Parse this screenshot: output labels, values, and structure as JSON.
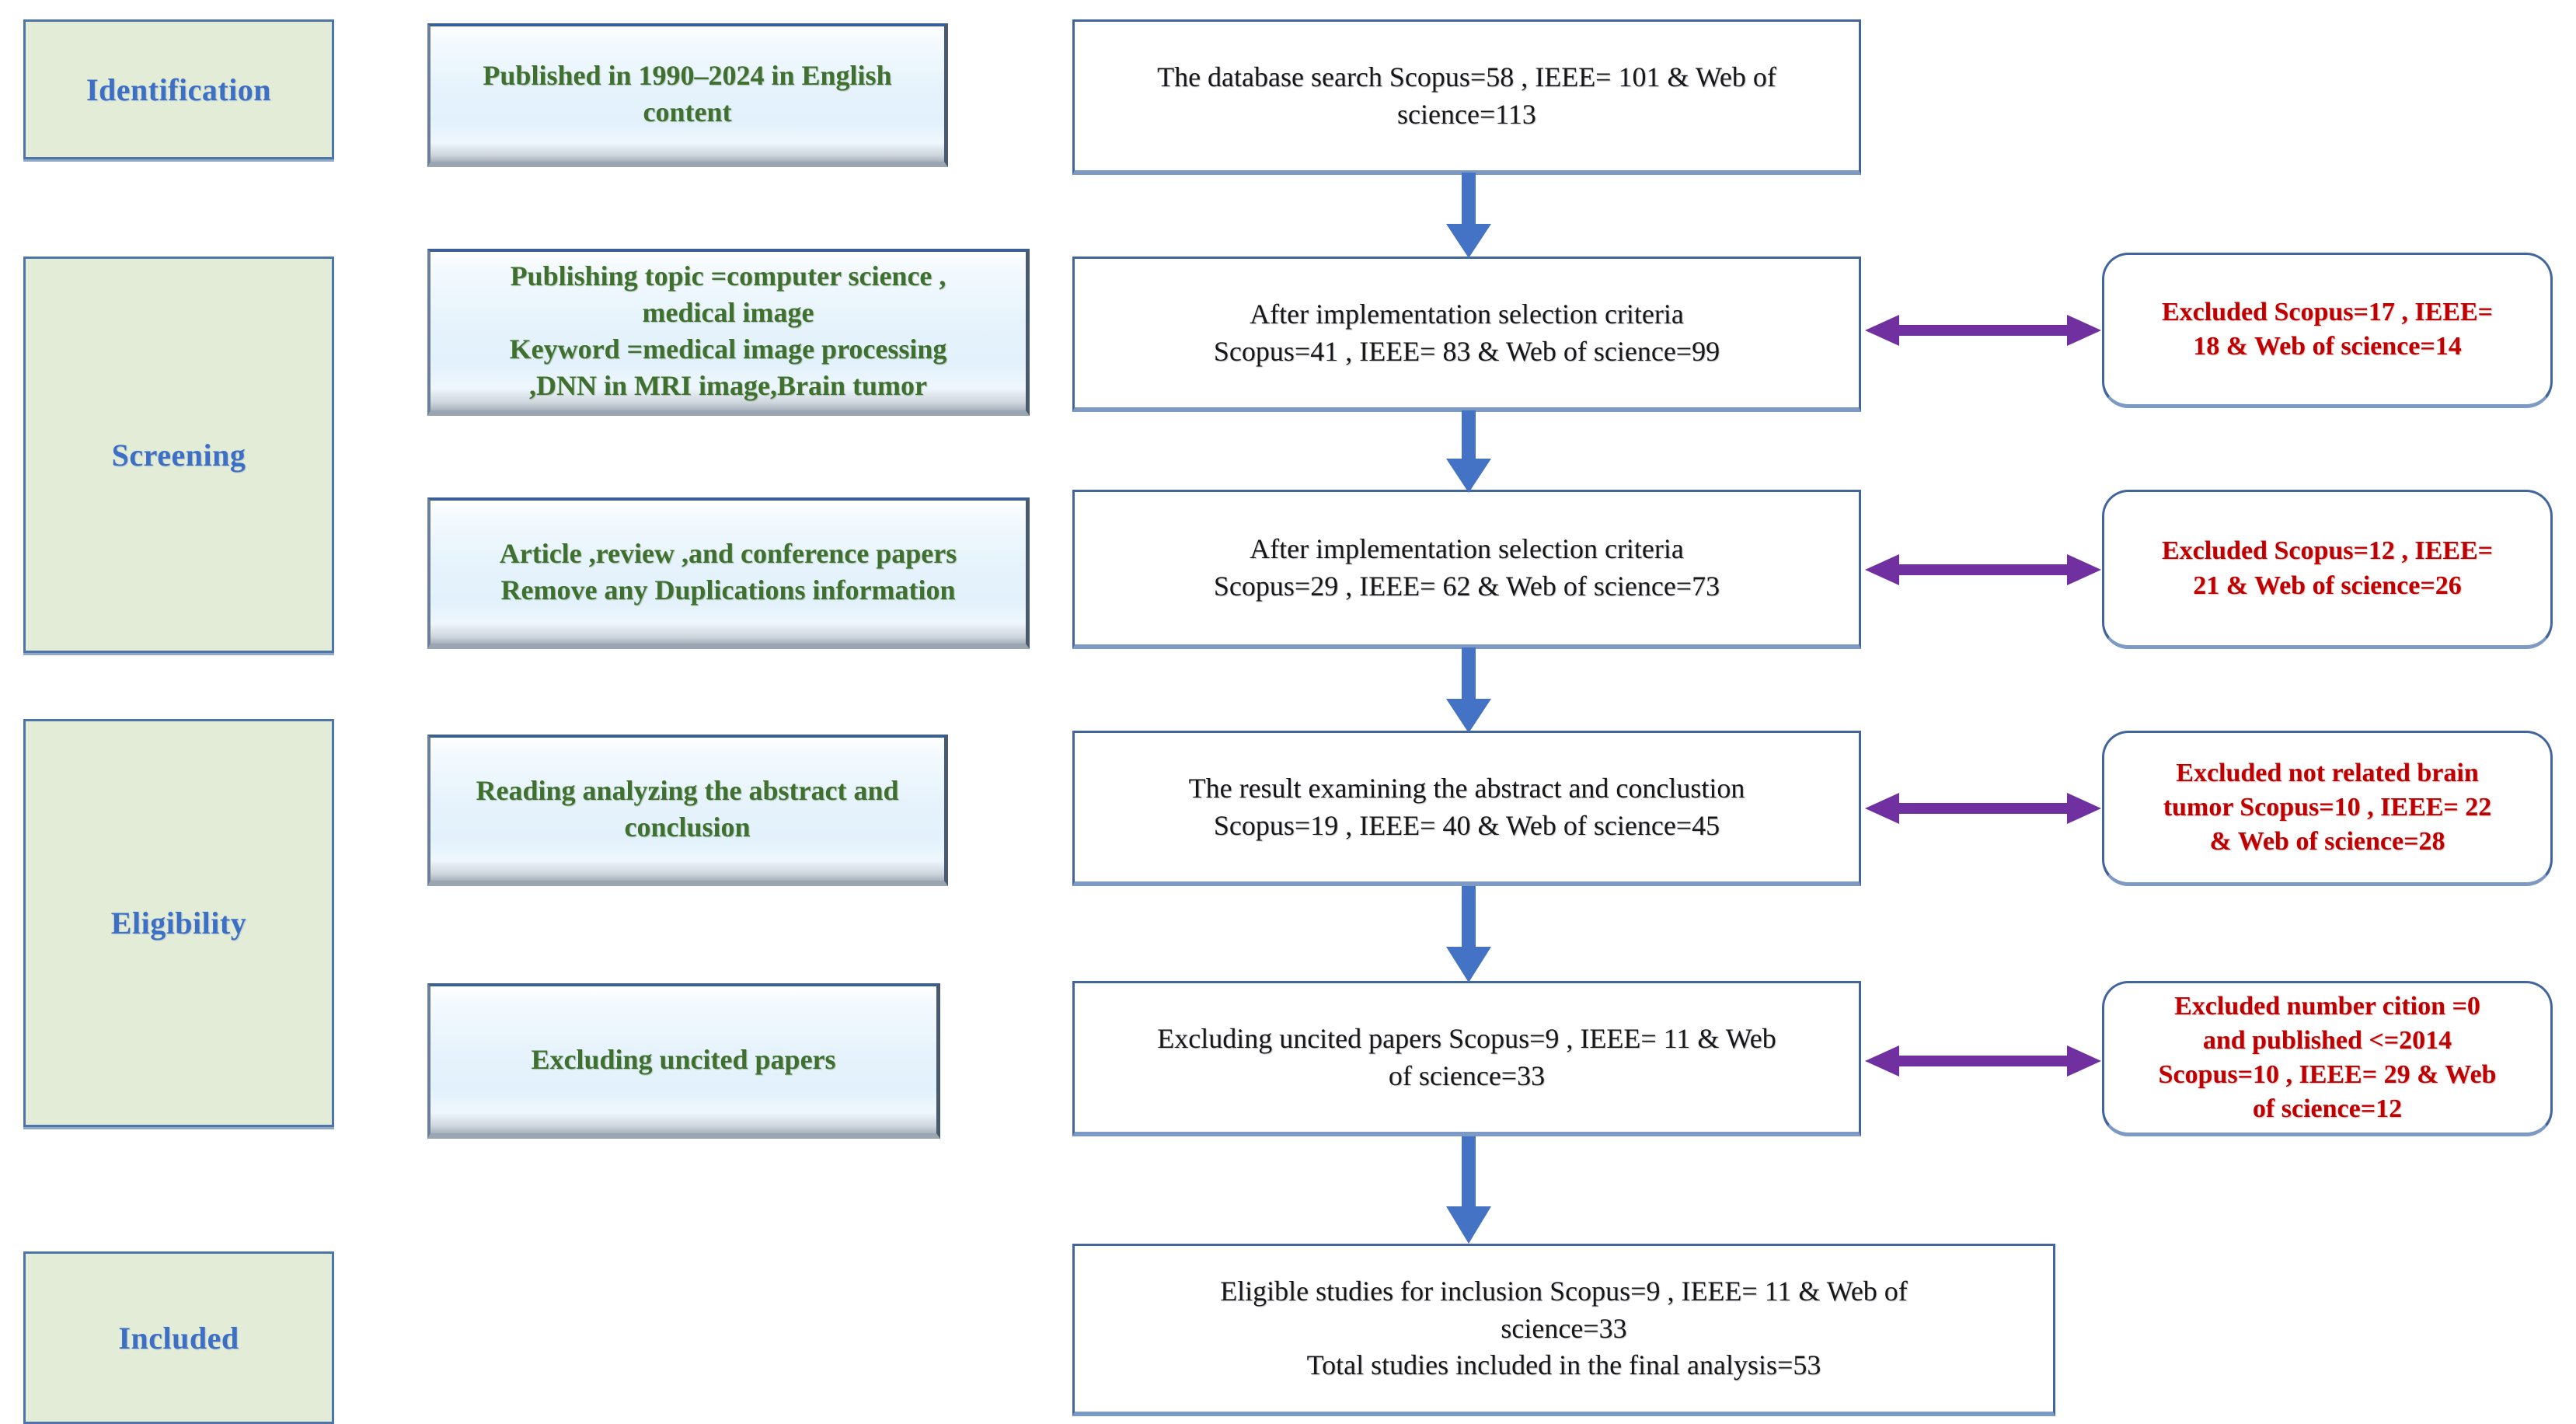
{
  "diagram": {
    "title": "PRISMA study selection flow diagram",
    "colors": {
      "stage_fill": "#e3ecd6",
      "stage_border": "#4f74a8",
      "stage_text": "#3d6fc4",
      "criteria_text": "#3f7030",
      "flow_text": "#17171a",
      "excluded_text": "#c00000",
      "arrow_vertical": "#4472c4",
      "arrow_horizontal": "#7030a0"
    }
  },
  "stages": [
    {
      "label": "Identification"
    },
    {
      "label": "Screening"
    },
    {
      "label": "Eligibility"
    },
    {
      "label": "Included"
    }
  ],
  "criteria_boxes": [
    {
      "lines": [
        "Published in 1990–2024 in English",
        "content"
      ]
    },
    {
      "lines": [
        "Publishing topic =computer science ,",
        "medical image",
        "Keyword =medical image processing",
        ",DNN in MRI image,Brain tumor"
      ]
    },
    {
      "lines": [
        "Article ,review ,and conference papers",
        "Remove any Duplications information"
      ]
    },
    {
      "lines": [
        "Reading analyzing the abstract and",
        "conclusion"
      ]
    },
    {
      "lines": [
        "Excluding uncited papers"
      ]
    }
  ],
  "flow_boxes": [
    {
      "lines": [
        "The database search Scopus=58 , IEEE= 101 & Web of",
        "science=113"
      ]
    },
    {
      "lines": [
        "After implementation selection criteria",
        "Scopus=41 , IEEE= 83 & Web of science=99"
      ]
    },
    {
      "lines": [
        "After implementation selection criteria",
        "Scopus=29 , IEEE= 62 & Web of science=73"
      ]
    },
    {
      "lines": [
        "The result examining the abstract and conclustion",
        "Scopus=19 , IEEE= 40 & Web of science=45"
      ]
    },
    {
      "lines": [
        "Excluding uncited papers Scopus=9 , IEEE= 11 & Web",
        "of science=33"
      ]
    },
    {
      "lines": [
        "Eligible studies for inclusion Scopus=9 , IEEE= 11 & Web of",
        "science=33",
        "Total studies included in the final analysis=53"
      ]
    }
  ],
  "excluded_boxes": [
    {
      "lines": [
        "Excluded Scopus=17 , IEEE=",
        "18 & Web of science=14"
      ]
    },
    {
      "lines": [
        "Excluded Scopus=12 , IEEE=",
        "21 & Web of science=26"
      ]
    },
    {
      "lines": [
        "Excluded not related brain",
        "tumor  Scopus=10 , IEEE= 22",
        "& Web of science=28"
      ]
    },
    {
      "lines": [
        "Excluded number cition =0",
        "and published <=2014",
        "Scopus=10 , IEEE= 29 & Web",
        "of science=12"
      ]
    }
  ],
  "counts": {
    "identification": {
      "scopus": 58,
      "ieee": 101,
      "web_of_science": 113
    },
    "after_selection_1": {
      "scopus": 41,
      "ieee": 83,
      "web_of_science": 99
    },
    "excluded_1": {
      "scopus": 17,
      "ieee": 18,
      "web_of_science": 14
    },
    "after_selection_2": {
      "scopus": 29,
      "ieee": 62,
      "web_of_science": 73
    },
    "excluded_2": {
      "scopus": 12,
      "ieee": 21,
      "web_of_science": 26
    },
    "abstract_conclusion": {
      "scopus": 19,
      "ieee": 40,
      "web_of_science": 45
    },
    "excluded_3": {
      "scopus": 10,
      "ieee": 22,
      "web_of_science": 28
    },
    "uncited": {
      "scopus": 9,
      "ieee": 11,
      "web_of_science": 33
    },
    "excluded_4": {
      "scopus": 10,
      "ieee": 29,
      "web_of_science": 12
    },
    "included_total": 53,
    "year_range": "1990-2024",
    "citation_threshold": 0,
    "published_cutoff": 2014
  }
}
